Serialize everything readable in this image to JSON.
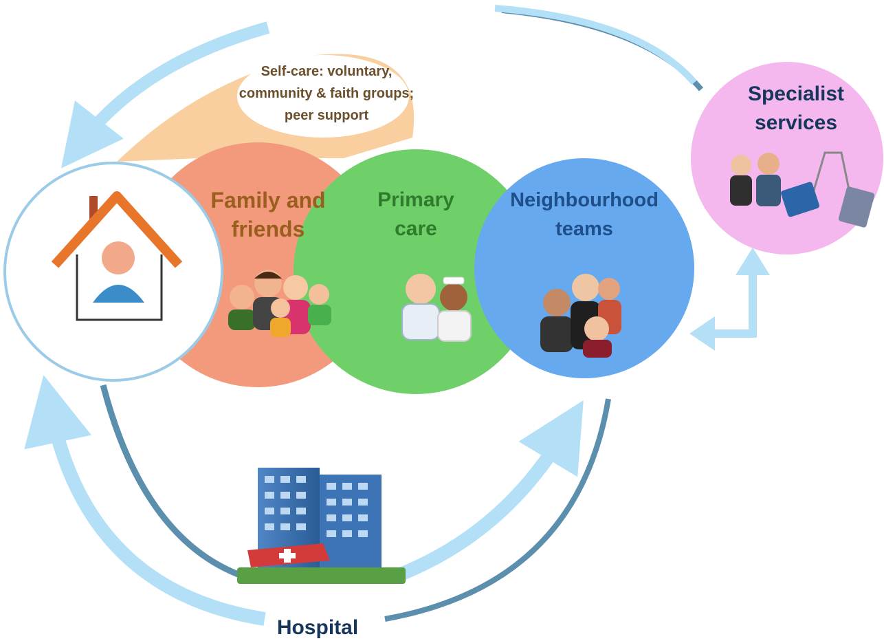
{
  "self_care": {
    "line1": "Self-care: voluntary,",
    "line2": "community & faith groups;",
    "line3": "peer support"
  },
  "family": {
    "line1": "Family and",
    "line2": "friends"
  },
  "primary": {
    "line1": "Primary",
    "line2": "care"
  },
  "neighbourhood": {
    "line1": "Neighbourhood",
    "line2": "teams"
  },
  "specialist": {
    "line1": "Specialist",
    "line2": "services"
  },
  "hospital": {
    "label": "Hospital"
  },
  "icons": [
    "house-person-icon",
    "family-group-icon",
    "doctor-nurse-icon",
    "team-people-icon",
    "specialist-equipment-icon",
    "hospital-building-icon"
  ],
  "colors": {
    "self_care": "#f9cfa0",
    "family": "#f39a7d",
    "primary": "#6fd06a",
    "neighbourhood": "#66a9ee",
    "specialist": "#f4b8ee",
    "arrow_light": "#b3e0f6",
    "arrow_dark": "#5c8fae",
    "text_family": "#9a5f1e",
    "text_primary": "#2f7d2c",
    "text_neighbourhood": "#1f4f8a",
    "text_specialist": "#17365c"
  }
}
